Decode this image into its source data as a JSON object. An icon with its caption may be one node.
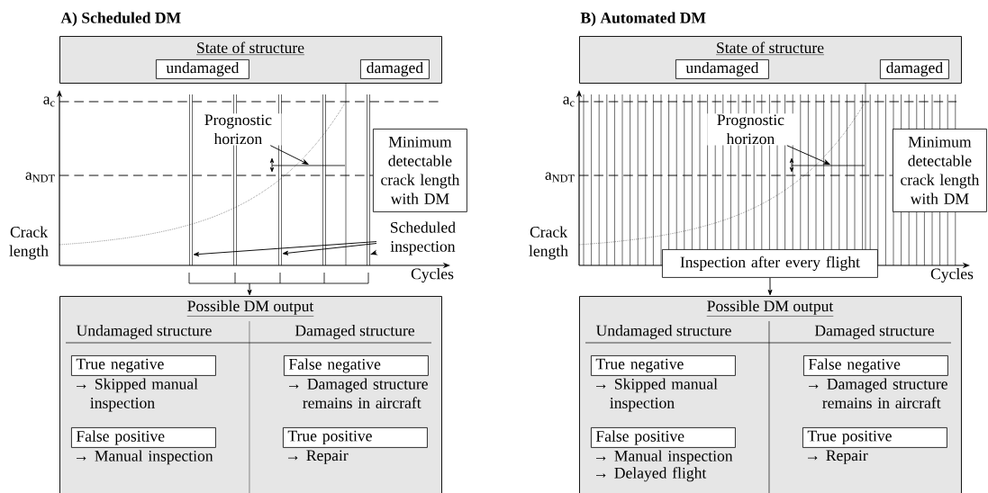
{
  "diagram": {
    "nodes": [
      {
        "text": [
          "State of structure"
        ]
      },
      {
        "text": [
          "undamaged"
        ],
        "in": 0
      },
      {
        "text": [
          "damaged"
        ],
        "in": 0
      },
      {
        "text": [
          "Prognostic horizon"
        ]
      },
      {
        "text": [
          "Minimum detectable crack length with DM"
        ]
      },
      {
        "text": [
          "Scheduled inspection"
        ]
      },
      {
        "text": [
          "Possible DM output",
          "Undamaged structure",
          "Damaged structure"
        ]
      },
      {
        "text": [
          "True negative"
        ],
        "in": 6,
        "beside": [
          "→ Skipped manual inspection"
        ]
      },
      {
        "text": [
          "False positive"
        ],
        "in": 6,
        "beside": [
          "→ Manual inspection"
        ]
      },
      {
        "text": [
          "False negative"
        ],
        "in": 6,
        "beside": [
          "→ Damaged structure remains in aircraft"
        ]
      },
      {
        "text": [
          "True positive"
        ],
        "in": 6,
        "beside": [
          "→ Repair"
        ]
      },
      {
        "text": [
          "State of structure"
        ]
      },
      {
        "text": [
          "undamaged"
        ],
        "in": 11
      },
      {
        "text": [
          "damaged"
        ],
        "in": 11
      },
      {
        "text": [
          "Prognostic horizon"
        ]
      },
      {
        "text": [
          "Minimum detectable crack length with DM"
        ]
      },
      {
        "text": [
          "Inspection after every flight"
        ]
      },
      {
        "text": [
          "Possible DM output",
          "Undamaged structure",
          "Damaged structure"
        ]
      },
      {
        "text": [
          "True negative"
        ],
        "in": 17,
        "beside": [
          "→ Skipped manual inspection"
        ]
      },
      {
        "text": [
          "False positive"
        ],
        "in": 17,
        "beside": [
          "→ Manual inspection",
          "→ Delayed flight"
        ]
      },
      {
        "text": [
          "False negative"
        ],
        "in": 17,
        "beside": [
          "→ Damaged structure remains in aircraft"
        ]
      },
      {
        "text": [
          "True positive"
        ],
        "in": 17,
        "beside": [
          "→ Repair"
        ]
      }
    ],
    "edges": [
      {
        "from": 3,
        "to": null,
        "arrow": "to"
      },
      {
        "from": 5,
        "to": null,
        "arrow": "to"
      },
      {
        "from": 5,
        "to": null,
        "arrow": "to"
      },
      {
        "from": 5,
        "to": null,
        "arrow": "to"
      },
      {
        "from": null,
        "to": 6,
        "arrow": "to"
      },
      {
        "from": 14,
        "to": null,
        "arrow": "to"
      },
      {
        "from": 16,
        "to": 17,
        "arrow": "to"
      }
    ],
    "labels": [
      "A) Scheduled DM",
      "a$_{c}$",
      "a$_{NDT}$",
      "Crack length",
      "Cycles",
      "B) Automated DM",
      "a$_{c}$",
      "a$_{NDT}$",
      "Crack length",
      "Cycles"
    ]
  }
}
